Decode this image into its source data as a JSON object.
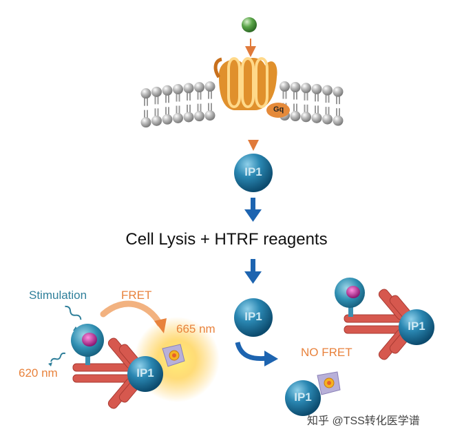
{
  "pathway": {
    "step_title": "Cell Lysis + HTRF reagents",
    "g_protein": "Gq",
    "molecule": "IP1"
  },
  "fret_panel": {
    "stimulation": "Stimulation",
    "fret": "FRET",
    "emission_665": "665 nm",
    "emission_620": "620 nm"
  },
  "nofret_panel": {
    "nofret": "NO FRET"
  },
  "watermark": "知乎 @TSS转化医学谱",
  "colors": {
    "ip1_sphere": "#1f6f96",
    "arrow_blue": "#1d64b0",
    "accent_orange": "#e8823c",
    "antibody_red": "#c9443c",
    "label_teal": "#2f7f9a"
  }
}
